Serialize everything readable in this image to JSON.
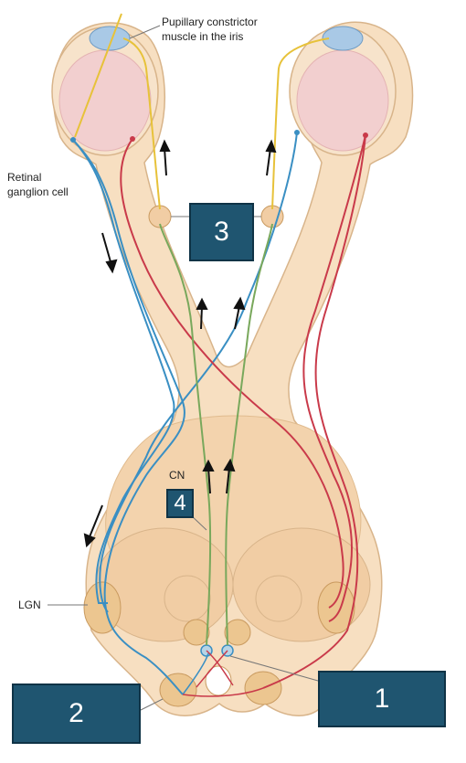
{
  "labels": {
    "pupillary_line1": "Pupillary constrictor",
    "pupillary_line2": "muscle in the iris",
    "retinal_line1": "Retinal",
    "retinal_line2": "ganglion cell",
    "lgn": "LGN",
    "cn": "CN"
  },
  "boxes": {
    "box1": "1",
    "box2": "2",
    "box3": "3",
    "box4": "4"
  },
  "colors": {
    "tissue": "#f7dfc1",
    "tissue_edge": "#d8b48a",
    "nucleus": "#ecc690",
    "nucleus_edge": "#c99a5f",
    "blue_path": "#3a8fc3",
    "red_path": "#c93a4a",
    "green_path": "#79a85c",
    "yellow_path": "#e7c23a",
    "lens": "#a9c9e6",
    "box_fill": "#1f5570"
  }
}
